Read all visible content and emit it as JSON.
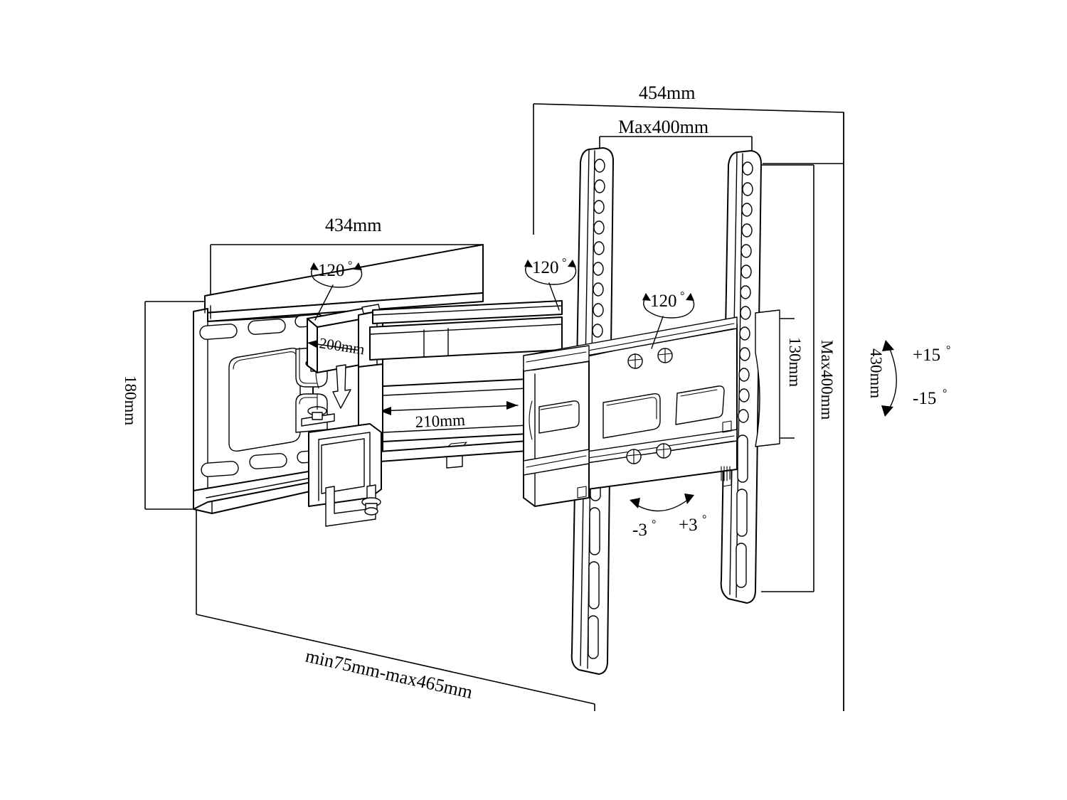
{
  "drawing": {
    "title": "Full-motion TV wall mount — dimensioned assembly drawing",
    "background_color": "#ffffff",
    "line_color": "#000000",
    "dimensions": {
      "overall_width_top": "454mm",
      "vesa_width": "Max400mm",
      "wall_plate_width": "434mm",
      "wall_plate_height": "180mm",
      "arm_segment_upper": "200mm",
      "arm_segment_lower": "210mm",
      "vesa_height": "Max400mm",
      "rail_spacing": "130mm",
      "overall_height": "430mm",
      "extension_range": "min75mm-max465mm"
    },
    "angles": {
      "swivel_arm_near": "120",
      "swivel_arm_far": "120",
      "swivel_plate": "120",
      "tilt_up": "+15",
      "tilt_down": "-15",
      "roll_left": "-3",
      "roll_right": "+3",
      "degree_symbol": "°"
    }
  }
}
